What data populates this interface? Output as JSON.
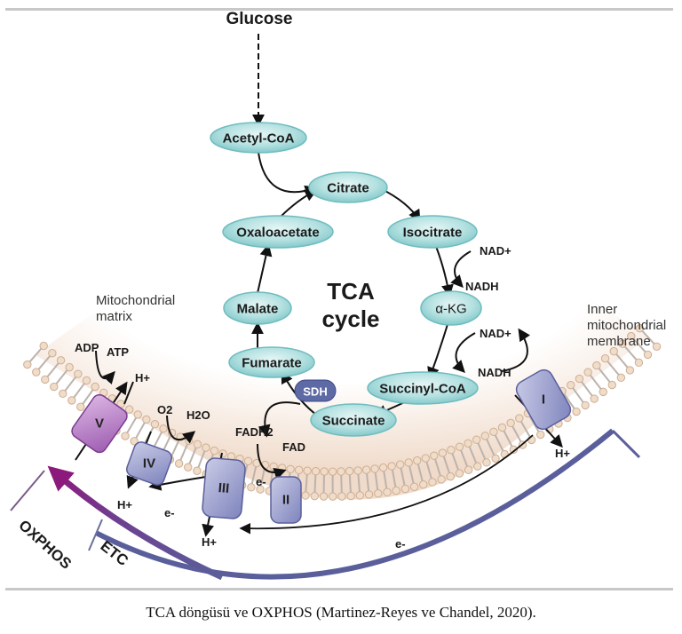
{
  "figure": {
    "caption": "TCA döngüsü ve OXPHOS (Martinez-Reyes ve Chandel, 2020).",
    "source_label": "Glucose",
    "cycle_title_line1": "TCA",
    "cycle_title_line2": "cycle",
    "metabolites": {
      "acetyl_coa": "Acetyl-CoA",
      "citrate": "Citrate",
      "isocitrate": "Isocitrate",
      "akg": "α-KG",
      "succinyl_coa": "Succinyl-CoA",
      "succinate": "Succinate",
      "fumarate": "Fumarate",
      "malate": "Malate",
      "oxaloacetate": "Oxaloacetate"
    },
    "enzyme_sdh": "SDH",
    "cofactors": {
      "nad1": "NAD+",
      "nadh1": "NADH",
      "nad2": "NAD+",
      "nadh2": "NADH",
      "fadh2": "FADH2",
      "fad": "FAD",
      "adp": "ADP",
      "atp": "ATP",
      "o2": "O2",
      "h2o": "H2O"
    },
    "complexes": {
      "c1": "I",
      "c2": "II",
      "c3": "III",
      "c4": "IV",
      "c5": "V"
    },
    "protons": {
      "h_c5": "H+",
      "h_c4": "H+",
      "h_c3": "H+",
      "h_c1": "H+"
    },
    "electrons": {
      "e_c2": "e-",
      "e_c4": "e-",
      "e_c1": "e-"
    },
    "region_labels": {
      "matrix_line1": "Mitochondrial",
      "matrix_line2": "matrix",
      "membrane_line1": "Inner",
      "membrane_line2": "mitochondrial",
      "membrane_line3": "membrane"
    },
    "bracket_labels": {
      "oxphos": "OXPHOS",
      "etc": "ETC"
    },
    "colors": {
      "node_fill": "#a9dcdc",
      "node_stroke": "#6fbcbf",
      "sdh_fill": "#5d6aa6",
      "complex_fill": "#9ea3cf",
      "complex_v_fill": "#b47cc6",
      "matrix_fill": "#f3e2d4",
      "lipid_head": "#e8cdb6",
      "oxphos_arrow": "#8c1a7c",
      "etc_arc": "#5a5f9c"
    }
  }
}
